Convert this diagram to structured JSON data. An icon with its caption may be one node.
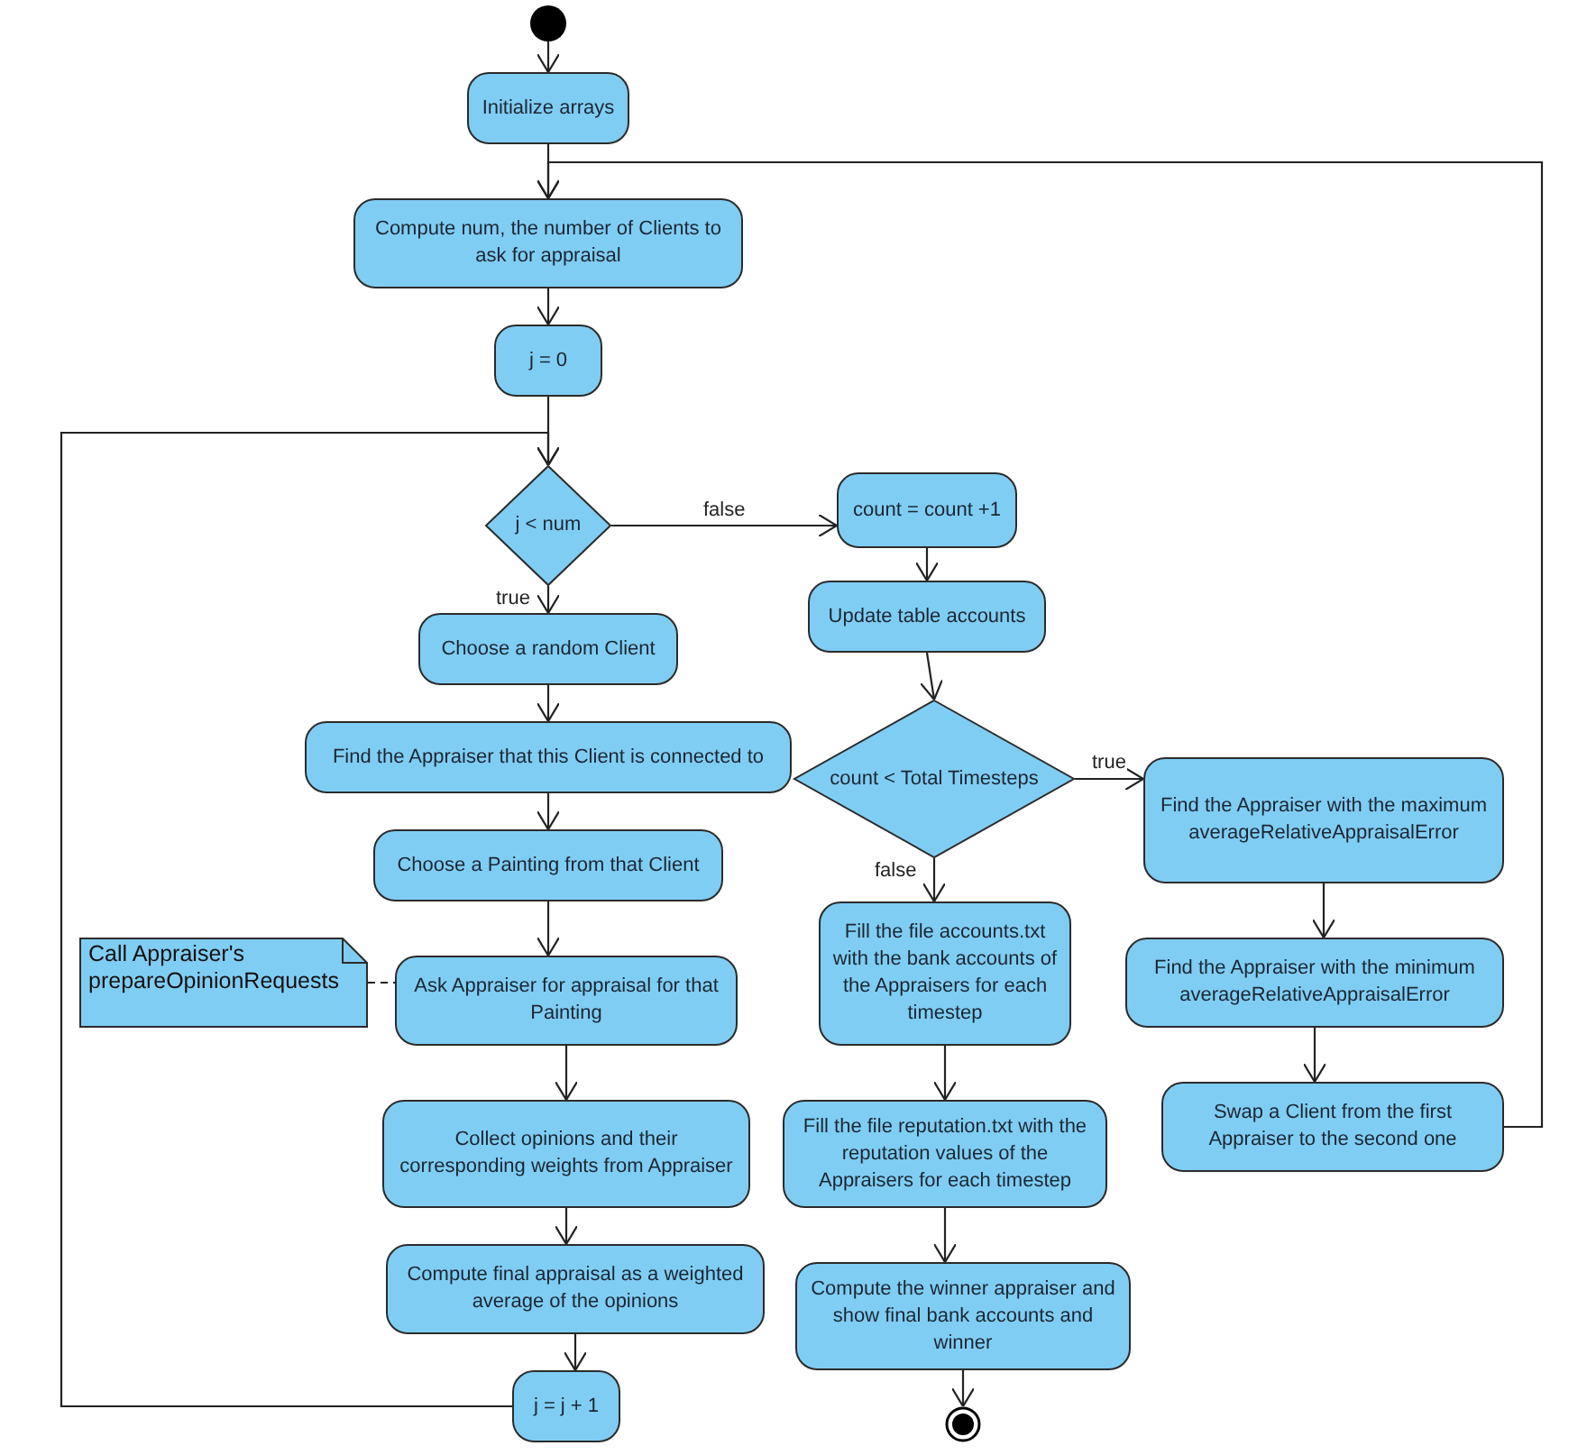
{
  "diagram": {
    "nodes": [
      {
        "text": [],
        "shape": "circle"
      },
      {
        "text": [
          "Initialize arrays"
        ]
      },
      {
        "text": [
          "Compute num, the number of Clients to ask for appraisal"
        ]
      },
      {
        "text": [
          "j = 0"
        ]
      },
      {
        "text": [
          "j < num"
        ]
      },
      {
        "text": [
          "Choose a random Client"
        ]
      },
      {
        "text": [
          "Find the Appraiser that this Client is connected to"
        ]
      },
      {
        "text": [
          "Choose a Painting from that Client"
        ]
      },
      {
        "text": [
          "Call Appraiser's prepareOpinionRequests"
        ]
      },
      {
        "text": [
          "Ask Appraiser for appraisal for that Painting"
        ]
      },
      {
        "text": [
          "Collect opinions and their corresponding weights from Appraiser"
        ]
      },
      {
        "text": [
          "Compute final appraisal as a weighted average of the opinions"
        ]
      },
      {
        "text": [
          "j = j + 1"
        ]
      },
      {
        "text": [
          "count = count +1"
        ]
      },
      {
        "text": [
          "Update table accounts"
        ]
      },
      {
        "text": [
          "count < Total Timesteps"
        ]
      },
      {
        "text": [
          "Fill the file accounts.txt with the bank accounts of the Appraisers for each timestep"
        ]
      },
      {
        "text": [
          "Fill the file reputation.txt with the reputation values of the Appraisers for each timestep"
        ]
      },
      {
        "text": [
          "Compute the winner appraiser and show final bank accounts and winner"
        ]
      },
      {
        "text": [],
        "shape": "bullseye"
      },
      {
        "text": [
          "Find the Appraiser with the maximum averageRelativeAppraisalError"
        ]
      },
      {
        "text": [
          "Find the Appraiser with the minimum averageRelativeAppraisalError"
        ]
      },
      {
        "text": [
          "Swap a Client from the first Appraiser to the second one"
        ]
      }
    ],
    "edges": [
      {
        "from": 0,
        "to": 1,
        "arrow": "to"
      },
      {
        "from": 1,
        "to": 2,
        "arrow": "to"
      },
      {
        "from": 2,
        "to": 3,
        "arrow": "to"
      },
      {
        "from": 3,
        "to": 4,
        "arrow": "to"
      },
      {
        "from": 4,
        "to": 5,
        "arrow": "to",
        "label": "true"
      },
      {
        "from": 4,
        "to": 13,
        "arrow": "to",
        "label": "false"
      },
      {
        "from": 5,
        "to": 6,
        "arrow": "to"
      },
      {
        "from": 6,
        "to": 7,
        "arrow": "to"
      },
      {
        "from": 7,
        "to": 9,
        "arrow": "to"
      },
      {
        "from": 8,
        "to": 9,
        "arrow": "none",
        "style": "dashed"
      },
      {
        "from": 9,
        "to": 10,
        "arrow": "to"
      },
      {
        "from": 10,
        "to": 11,
        "arrow": "to"
      },
      {
        "from": 11,
        "to": 12,
        "arrow": "to"
      },
      {
        "from": 12,
        "to": 4,
        "arrow": "to"
      },
      {
        "from": 13,
        "to": 14,
        "arrow": "to"
      },
      {
        "from": 14,
        "to": 15,
        "arrow": "to"
      },
      {
        "from": 15,
        "to": 20,
        "arrow": "to",
        "label": "true"
      },
      {
        "from": 15,
        "to": 16,
        "arrow": "to",
        "label": "false"
      },
      {
        "from": 16,
        "to": 17,
        "arrow": "to"
      },
      {
        "from": 17,
        "to": 18,
        "arrow": "to"
      },
      {
        "from": 18,
        "to": 19,
        "arrow": "to"
      },
      {
        "from": 20,
        "to": 21,
        "arrow": "to"
      },
      {
        "from": 21,
        "to": 22,
        "arrow": "to"
      },
      {
        "from": 22,
        "to": 2,
        "arrow": "to"
      }
    ]
  }
}
